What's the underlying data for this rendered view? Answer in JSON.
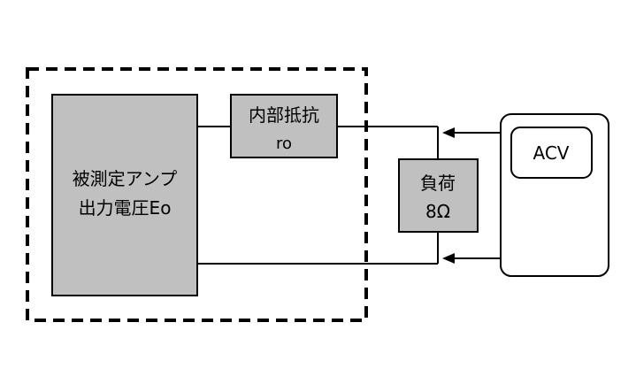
{
  "amplifier": {
    "line1": "被測定アンプ",
    "line2": "出力電圧Eo"
  },
  "internal_resistance": {
    "line1": "内部抵抗",
    "line2": "ro"
  },
  "load": {
    "line1": "負荷",
    "line2": "8Ω"
  },
  "meter": {
    "label": "ACV"
  },
  "colors": {
    "box_fill": "#c0c0c0",
    "stroke": "#000000",
    "background": "#ffffff"
  }
}
